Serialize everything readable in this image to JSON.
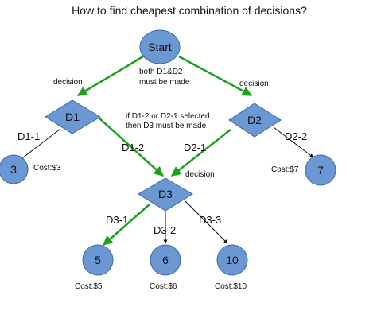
{
  "title": "How to find cheapest combination of decisions?",
  "colors": {
    "node_fill": "#6b97d2",
    "node_stroke": "#3c69a8",
    "green_arrow": "#1aa31a",
    "black_arrow": "#111111",
    "text": "#111111"
  },
  "nodes": {
    "start": "Start",
    "d1": "D1",
    "d2": "D2",
    "d3": "D3",
    "n3": "3",
    "n7": "7",
    "n5": "5",
    "n6": "6",
    "n10": "10"
  },
  "edge_labels": {
    "d1_1": "D1-1",
    "d1_2": "D1-2",
    "d2_1": "D2-1",
    "d2_2": "D2-2",
    "d3_1": "D3-1",
    "d3_2": "D3-2",
    "d3_3": "D3-3"
  },
  "notes": {
    "decision_left": "decision",
    "decision_right": "decision",
    "decision_d3": "decision",
    "both_line1": "both D1&D2",
    "both_line2": "must be made",
    "if_line1": "if D1-2 or D2-1 selected",
    "if_line2": "then D3 must be made"
  },
  "costs": {
    "c3": "Cost:$3",
    "c7": "Cost:$7",
    "c5": "Cost:$5",
    "c6": "Cost:$6",
    "c10": "Cost:$10"
  }
}
